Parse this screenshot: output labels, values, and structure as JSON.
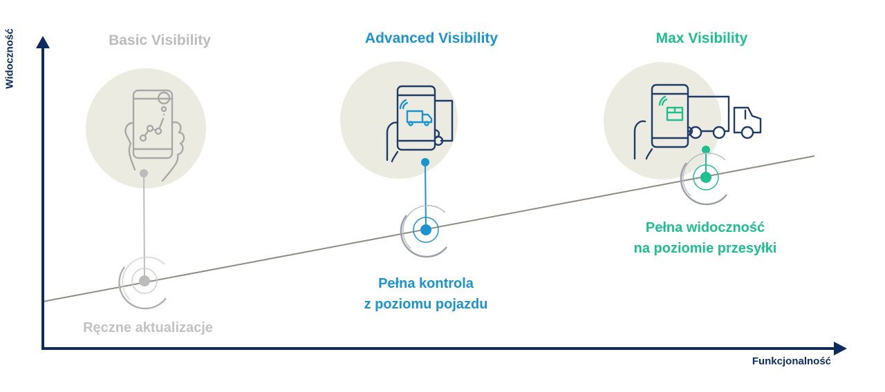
{
  "axes": {
    "y_label": "Widoczność",
    "x_label": "Funkcjonalność"
  },
  "colors": {
    "axis": "#0d2b5e",
    "trend": "#8e8c80",
    "basic": "#bcbcbc",
    "advanced": "#1a93d1",
    "max": "#1dbf8e",
    "circle": "#ecebe1",
    "icon": "#1f3a66"
  },
  "tiers": [
    {
      "title": "Basic Visibility",
      "caption_line1": "Ręczne aktualizacje",
      "caption_line2": "",
      "icon": "phone-map-route-icon"
    },
    {
      "title": "Advanced Visibility",
      "caption_line1": "Pełna kontrola",
      "caption_line2": "z poziomu pojazdu",
      "icon": "phone-truck-icon"
    },
    {
      "title": "Max Visibility",
      "caption_line1": "Pełna widoczność",
      "caption_line2": "na poziomie przesyłki",
      "icon": "phone-truck-package-icon"
    }
  ]
}
